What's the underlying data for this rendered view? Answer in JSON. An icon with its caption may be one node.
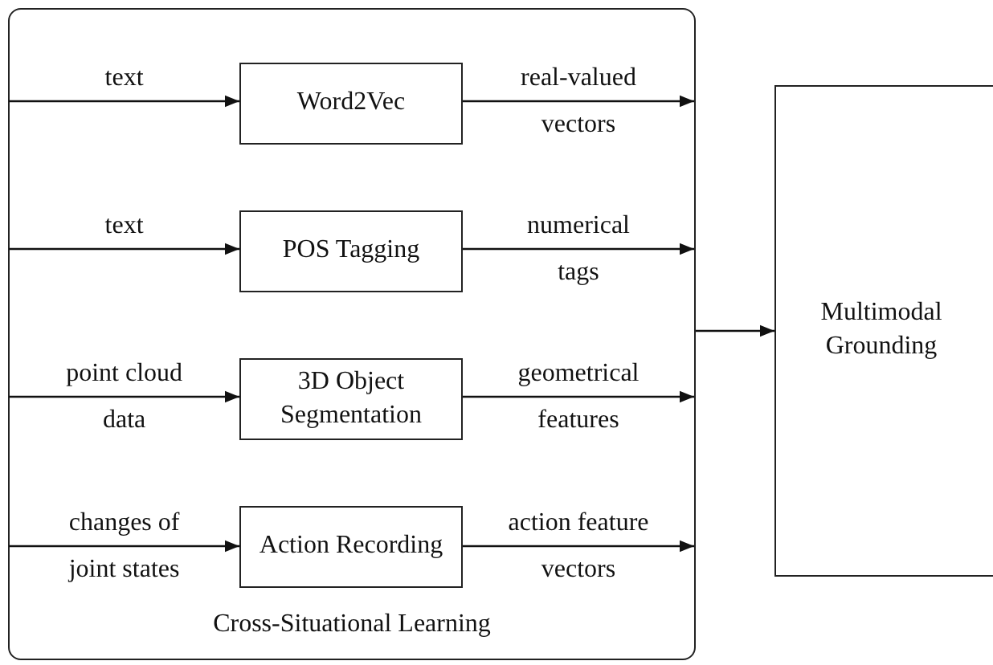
{
  "diagram": {
    "nodes": [
      {
        "text": [
          "Cross-Situational Learning"
        ]
      },
      {
        "text": [
          "Word2Vec"
        ],
        "in": 0
      },
      {
        "text": [
          "POS Tagging"
        ],
        "in": 0
      },
      {
        "text": [
          "3D Object Segmentation"
        ],
        "in": 0
      },
      {
        "text": [
          "Action Recording"
        ],
        "in": 0
      },
      {
        "text": [
          "Multimodal Grounding"
        ]
      }
    ],
    "edges": [
      {
        "from": null,
        "to": 1,
        "arrow": "to",
        "label": "text"
      },
      {
        "from": 1,
        "to": null,
        "arrow": "to",
        "label": "real-valued vectors"
      },
      {
        "from": null,
        "to": 2,
        "arrow": "to",
        "label": "text"
      },
      {
        "from": 2,
        "to": null,
        "arrow": "to",
        "label": "numerical tags"
      },
      {
        "from": null,
        "to": 3,
        "arrow": "to",
        "label": "point cloud data"
      },
      {
        "from": 3,
        "to": null,
        "arrow": "to",
        "label": "geometrical features"
      },
      {
        "from": null,
        "to": 4,
        "arrow": "to",
        "label": "changes of joint states"
      },
      {
        "from": 4,
        "to": null,
        "arrow": "to",
        "label": "action feature vectors"
      },
      {
        "from": 0,
        "to": 5,
        "arrow": "to"
      }
    ]
  }
}
